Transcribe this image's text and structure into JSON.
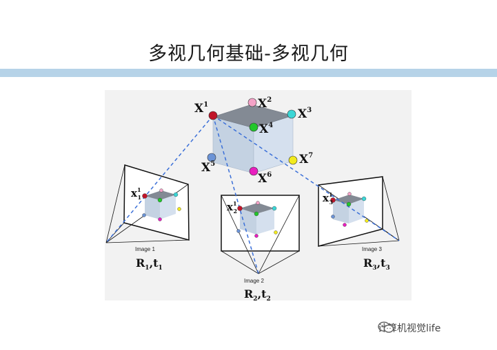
{
  "slide": {
    "title": "多视几何基础-多视几何",
    "band_color": "#b6d3e8"
  },
  "diagram": {
    "world_points": [
      {
        "base": "X",
        "sup": "1",
        "color": "#c0152a"
      },
      {
        "base": "X",
        "sup": "2",
        "color": "#f3a3c7"
      },
      {
        "base": "X",
        "sup": "3",
        "color": "#3cd6d6"
      },
      {
        "base": "X",
        "sup": "4",
        "color": "#22c62a"
      },
      {
        "base": "X",
        "sup": "5",
        "color": "#6b93d6"
      },
      {
        "base": "X",
        "sup": "6",
        "color": "#e81fbf"
      },
      {
        "base": "X",
        "sup": "7",
        "color": "#f2ea1e"
      }
    ],
    "image_points": [
      {
        "base": "x",
        "sup": "1",
        "sub": "1"
      },
      {
        "base": "x",
        "sup": "1",
        "sub": "2"
      },
      {
        "base": "x",
        "sup": "1",
        "sub": "3"
      }
    ],
    "cameras": [
      {
        "image_label": "Image 1",
        "pose_R": "R",
        "pose_t": "t",
        "index": "1"
      },
      {
        "image_label": "Image 2",
        "pose_R": "R",
        "pose_t": "t",
        "index": "2"
      },
      {
        "image_label": "Image 3",
        "pose_R": "R",
        "pose_t": "t",
        "index": "3"
      }
    ],
    "colors": {
      "cube_top": "#838a94",
      "cube_front": "#c4d2e2",
      "cube_side": "#d5e0ee",
      "ray": "#3a6fd8",
      "frame": "#111111"
    }
  },
  "watermark": {
    "text": "计算机视觉life",
    "icon": "wechat-icon"
  }
}
